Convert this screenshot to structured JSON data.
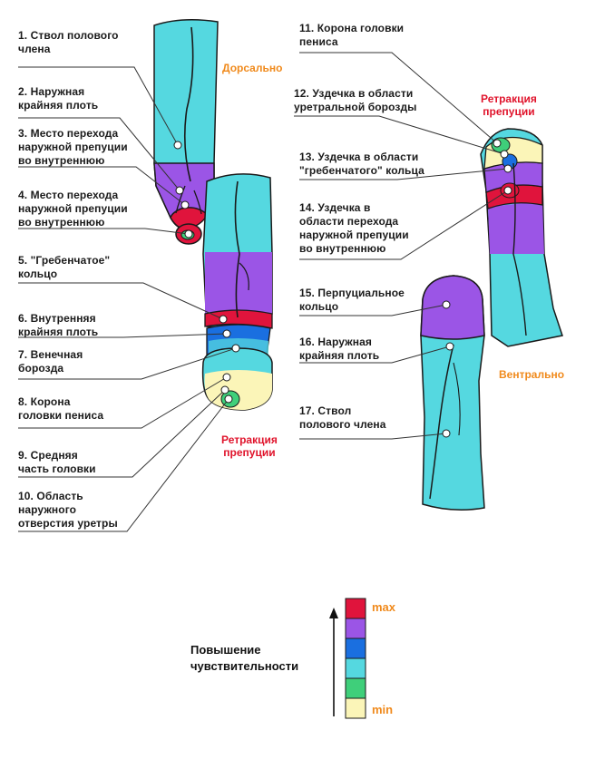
{
  "labels": {
    "l1": "1. Ствол полового\nчлена",
    "l2": "2. Наружная\nкрайняя плоть",
    "l3": "3. Место перехода\nнаружной препуции\nво внутреннюю",
    "l4": "4. Место перехода\nнаружной препуции\nво внутреннюю",
    "l5": "5.  \"Гребенчатое\"\nкольцо",
    "l6": "6. Внутренняя\nкрайняя плоть",
    "l7": "7. Венечная\nборозда",
    "l8": "8. Корона\nголовки пениса",
    "l9": "9. Средняя\nчасть головки",
    "l10": "10. Область\nнаружного\nотверстия уретры",
    "l11": "11. Корона головки\nпениса",
    "l12": "12. Уздечка в области\nуретральной борозды",
    "l13": "13. Уздечка в области\n\"гребенчатого\" кольца",
    "l14": "14. Уздечка в\nобласти перехода\nнаружной препуции\nво внутреннюю",
    "l15": "15. Перпуциальное\nкольцо",
    "l16": "16. Наружная\nкрайняя плоть",
    "l17": "17. Ствол\nполового члена"
  },
  "tags": {
    "dorsal": "Дорсально",
    "ventral": "Вентрально",
    "retraction_1": "Ретракция\nпрепуции",
    "retraction_2": "Ретракция\nпрепуции"
  },
  "legend": {
    "title": "Повышение\nчувствительности",
    "max": "max",
    "min": "min",
    "scale_colors": [
      "#e0143c",
      "#9b55e6",
      "#1a6fe0",
      "#55d8e0",
      "#3fcf7a",
      "#fbf5b8"
    ]
  },
  "colors": {
    "shaft": "#55d8e0",
    "purple": "#9b55e6",
    "red": "#e0143c",
    "blue": "#1a6fe0",
    "green": "#3fcf7a",
    "yellow": "#fbf5b8",
    "outline": "#1a1a1a"
  }
}
